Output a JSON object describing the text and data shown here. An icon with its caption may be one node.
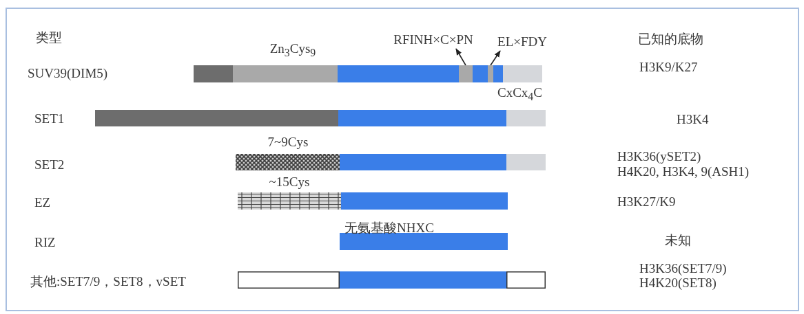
{
  "diagram": {
    "nodes": [
      {
        "text": [
          "RFINH×C×PN"
        ]
      },
      {
        "text": [
          "EL×FDY"
        ]
      },
      {
        "text": [],
        "shape": "box"
      },
      {
        "text": [],
        "shape": "box"
      }
    ],
    "edges": [
      {
        "from": 2,
        "to": 0,
        "arrow": "to"
      },
      {
        "from": 3,
        "to": 1,
        "arrow": "to"
      }
    ],
    "labels": [
      "类型",
      "Zn$_{3}$Cys$_{9}$",
      "已知的底物",
      "SUV39(DIM5)",
      "H3K9/K27",
      "CxCx$_{4}$C",
      "SET1",
      "H3K4",
      "7~9Cys",
      "SET2",
      "H3K36(ySET2)",
      "H4K20, H3K4, 9(ASH1)",
      "~15Cys",
      "EZ",
      "H3K27/K9",
      "无氨基酸NHXC",
      "RIZ",
      "未知",
      "其他:SET7/9，SET8，vSET",
      "H3K36(SET7/9)",
      "H4K20(SET8)"
    ]
  }
}
